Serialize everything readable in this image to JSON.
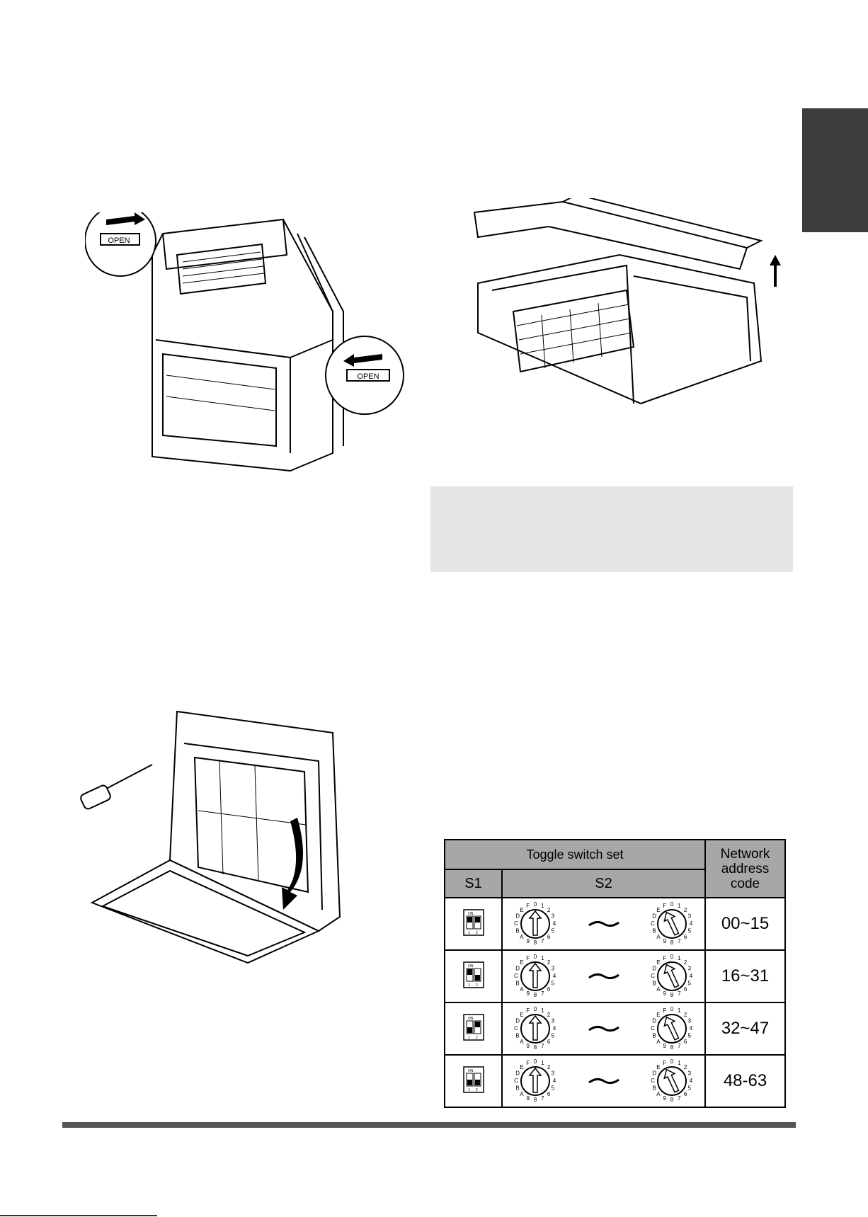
{
  "table": {
    "header_group": "Toggle switch set",
    "header_s1": "S1",
    "header_s2": "S2",
    "header_code": "Network address code",
    "rows": [
      {
        "code": "00~15",
        "s1": [
          false,
          false
        ]
      },
      {
        "code": "16~31",
        "s1": [
          false,
          true
        ]
      },
      {
        "code": "32~47",
        "s1": [
          true,
          false
        ]
      },
      {
        "code": "48-63",
        "s1": [
          true,
          true
        ]
      }
    ]
  },
  "dip_switch": {
    "on_label": "ON",
    "pos_labels": [
      "1",
      "2"
    ]
  },
  "dial": {
    "digits": [
      "0",
      "1",
      "2",
      "3",
      "4",
      "5",
      "6",
      "7",
      "8",
      "9",
      "A",
      "B",
      "C",
      "D",
      "E",
      "F"
    ]
  },
  "figures": {
    "open_label": "OPEN"
  },
  "colors": {
    "tab": "#3c3c3c",
    "note_box": "#e6e6e6",
    "header_fill": "#a7a7a7"
  }
}
